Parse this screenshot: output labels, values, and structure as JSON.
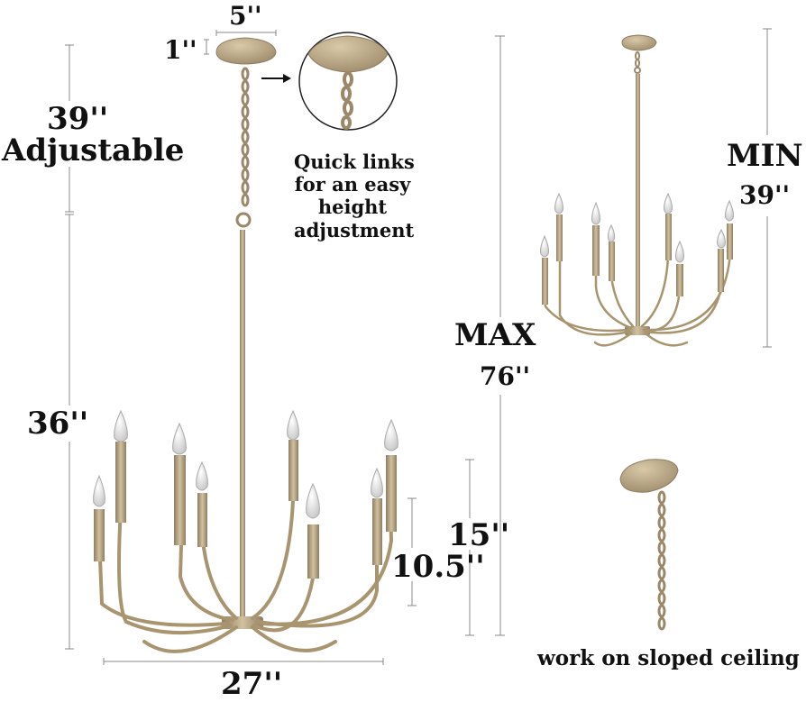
{
  "dimensions": {
    "canopy_width": "5''",
    "canopy_height": "1''",
    "chain_length": "39''",
    "chain_adjustable": "Adjustable",
    "overall_height": "36''",
    "arm_height": "15''",
    "cup_height": "10.5''",
    "width": "27''",
    "min_label": "MIN",
    "min_value": "39''",
    "max_label": "MAX",
    "max_value": "76''"
  },
  "callouts": {
    "quick_links": [
      "Quick links",
      "for an easy",
      "height",
      "adjustment"
    ],
    "sloped_ceiling": "work on sloped ceiling"
  },
  "colors": {
    "metal": "#b9a585",
    "metal_dark": "#8e7d61",
    "dimension_line": "#888888"
  }
}
